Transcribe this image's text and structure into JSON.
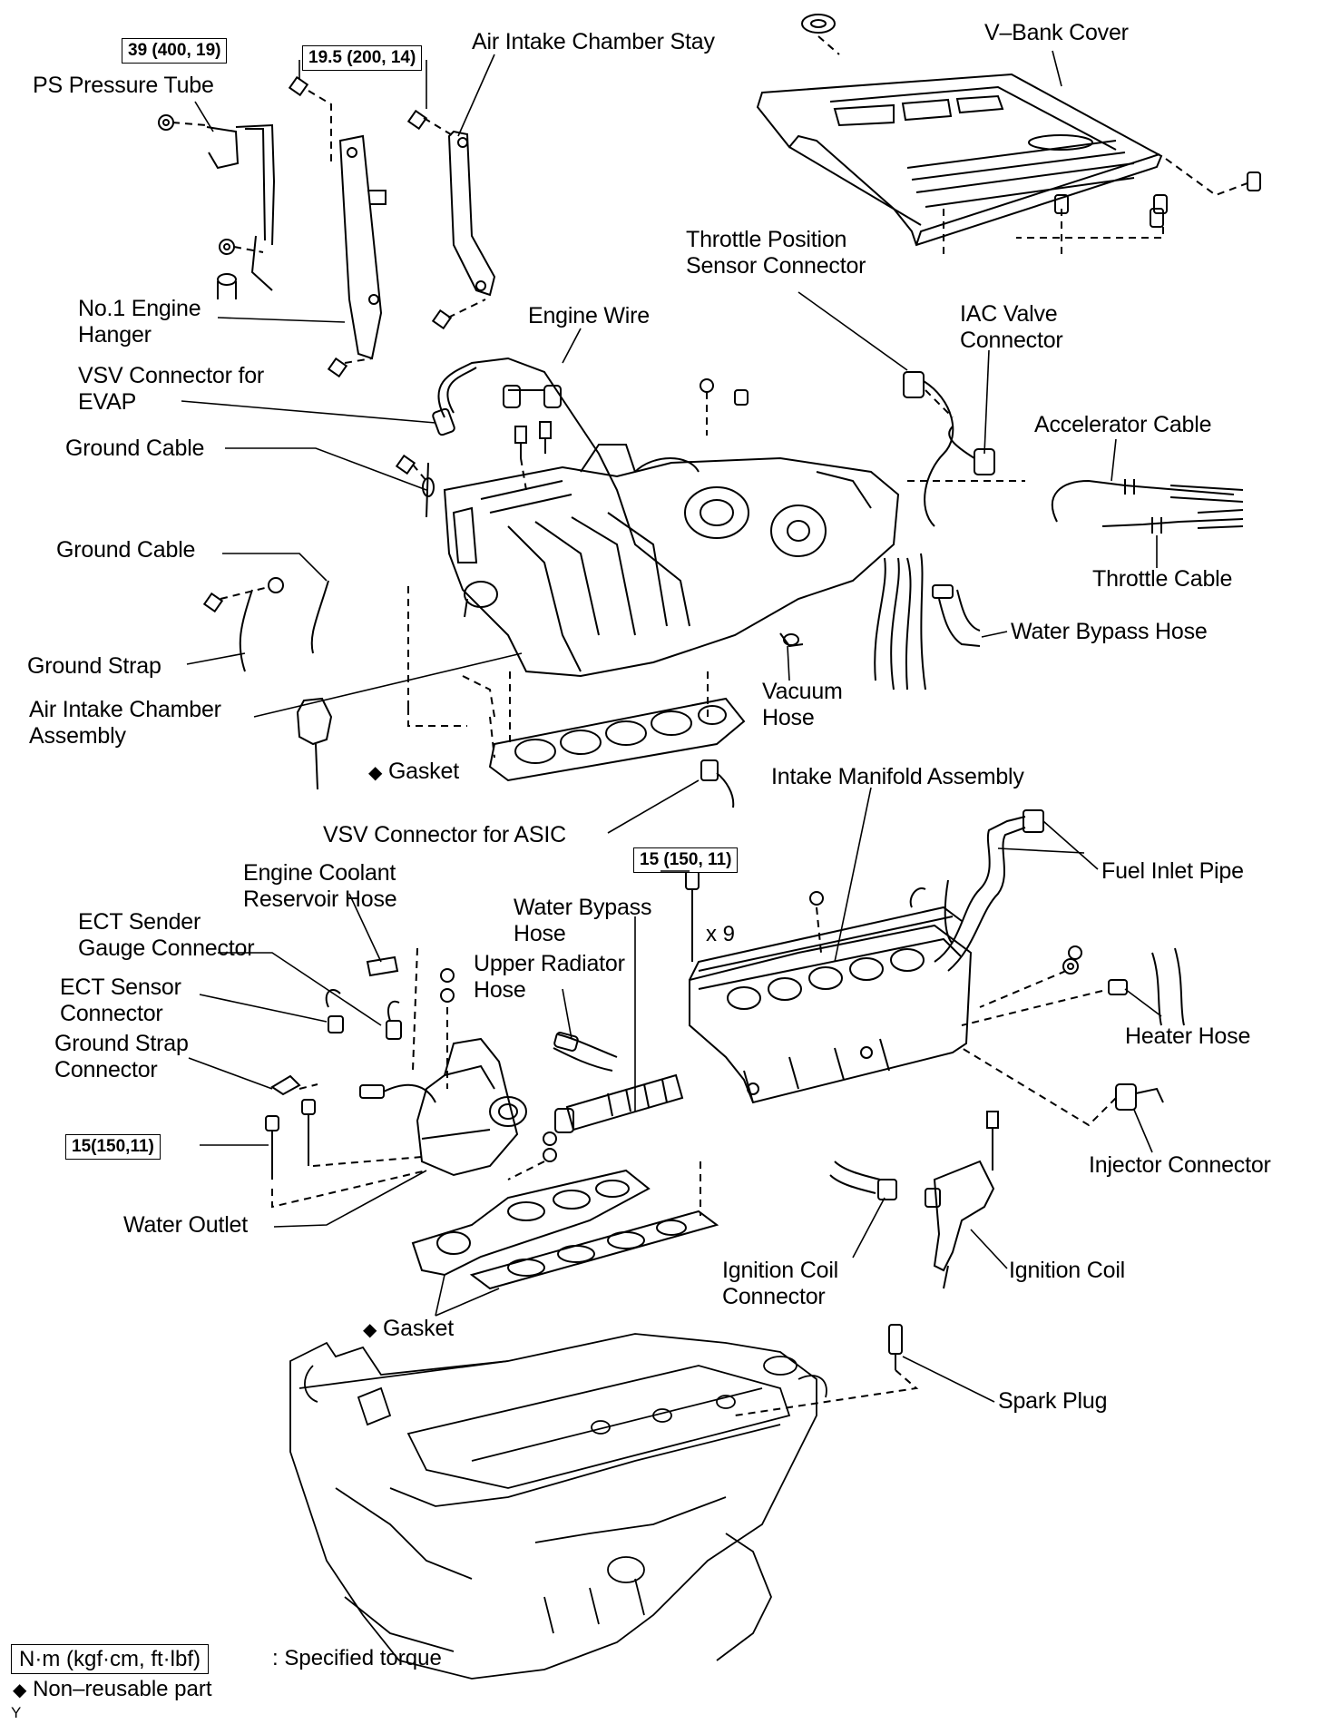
{
  "labels": {
    "ps_pressure_tube": "PS Pressure Tube",
    "air_intake_chamber_stay": "Air Intake Chamber Stay",
    "v_bank_cover": "V–Bank Cover",
    "throttle_position_sensor_connector": "Throttle Position\nSensor Connector",
    "no1_engine_hanger": "No.1 Engine\nHanger",
    "engine_wire": "Engine Wire",
    "iac_valve_connector": "IAC Valve\nConnector",
    "vsv_connector_evap": "VSV Connector for\nEVAP",
    "accelerator_cable": "Accelerator Cable",
    "ground_cable_1": "Ground Cable",
    "ground_cable_2": "Ground Cable",
    "throttle_cable": "Throttle Cable",
    "water_bypass_hose_1": "Water Bypass Hose",
    "ground_strap": "Ground Strap",
    "vacuum_hose": "Vacuum\nHose",
    "air_intake_chamber_assembly": "Air Intake Chamber\nAssembly",
    "gasket_1": "Gasket",
    "intake_manifold_assembly": "Intake Manifold Assembly",
    "vsv_connector_asic": "VSV Connector for ASIC",
    "engine_coolant_reservoir_hose": "Engine Coolant\nReservoir Hose",
    "fuel_inlet_pipe": "Fuel Inlet Pipe",
    "water_bypass_hose_2": "Water Bypass\nHose",
    "ect_sender_gauge_connector": "ECT Sender\nGauge Connector",
    "upper_radiator_hose": "Upper Radiator\nHose",
    "ect_sensor_connector": "ECT Sensor\nConnector",
    "heater_hose": "Heater Hose",
    "ground_strap_connector": "Ground Strap\nConnector",
    "injector_connector": "Injector Connector",
    "water_outlet": "Water Outlet",
    "ignition_coil_connector": "Ignition Coil\nConnector",
    "ignition_coil": "Ignition Coil",
    "gasket_2": "Gasket",
    "spark_plug": "Spark Plug"
  },
  "torque": {
    "t1": "39 (400, 19)",
    "t2": "19.5 (200, 14)",
    "t3": "15 (150, 11)",
    "t4": "15(150,11)"
  },
  "quantity": "x 9",
  "gasket_symbol": "◆",
  "legend": {
    "torque_unit": "N·m (kgf·cm, ft·lbf)",
    "torque_desc": ": Specified torque",
    "nonreusable_symbol": "◆",
    "nonreusable_desc": "Non–reusable part"
  },
  "corner_mark": "Y"
}
